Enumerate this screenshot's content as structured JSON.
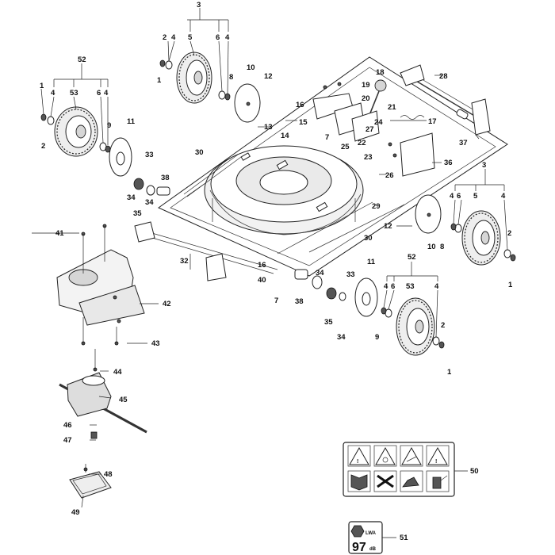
{
  "diagram": {
    "callouts": {
      "c_3_top": "3",
      "c_2_top": "2",
      "c_4_topL": "4",
      "c_5_top": "5",
      "c_6_top": "6",
      "c_4_topR": "4",
      "c_1_top": "1",
      "c_8_top": "8",
      "c_10_top": "10",
      "c_12_top": "12",
      "c_13": "13",
      "c_14": "14",
      "c_52_left": "52",
      "c_1_left": "1",
      "c_4_left": "4",
      "c_53_left": "53",
      "c_6_left": "6",
      "c_4_left2": "4",
      "c_2_left": "2",
      "c_9_left": "9",
      "c_11_left": "11",
      "c_33_left": "33",
      "c_38_left": "38",
      "c_34_leftA": "34",
      "c_34_leftB": "34",
      "c_35_left": "35",
      "c_30_top": "30",
      "c_18": "18",
      "c_19": "19",
      "c_20": "20",
      "c_21": "21",
      "c_16_top": "16",
      "c_15": "15",
      "c_24": "24",
      "c_17": "17",
      "c_27": "27",
      "c_22": "22",
      "c_25": "25",
      "c_23": "23",
      "c_7_top": "7",
      "c_28": "28",
      "c_37": "37",
      "c_36": "36",
      "c_26": "26",
      "c_29": "29",
      "c_30_mid": "30",
      "c_3_right": "3",
      "c_4_rightA": "4",
      "c_6_right": "6",
      "c_5_right": "5",
      "c_4_rightB": "4",
      "c_12_right": "12",
      "c_10_right": "10",
      "c_8_right": "8",
      "c_2_right": "2",
      "c_1_right": "1",
      "c_32": "32",
      "c_41": "41",
      "c_42": "42",
      "c_43": "43",
      "c_16_mid": "16",
      "c_40": "40",
      "c_7_mid": "7",
      "c_38_mid": "38",
      "c_34_midA": "34",
      "c_33_mid": "33",
      "c_11_mid": "11",
      "c_52_mid": "52",
      "c_4_midA": "4",
      "c_6_mid": "6",
      "c_53_mid": "53",
      "c_4_midB": "4",
      "c_35_mid": "35",
      "c_34_midB": "34",
      "c_9_mid": "9",
      "c_2_mid": "2",
      "c_1_mid": "1",
      "c_44": "44",
      "c_45": "45",
      "c_46": "46",
      "c_47": "47",
      "c_48": "48",
      "c_49": "49",
      "c_50": "50",
      "c_51": "51"
    },
    "decal_50": {
      "symbols": [
        "warning-triangle",
        "hand-blade-warning",
        "thrown-object-warning",
        "warning-triangle",
        "read-manual",
        "keep-hands-away",
        "keep-feet-away",
        "disconnect-spark-plug"
      ]
    },
    "decal_51": {
      "level_unit": "LWA",
      "level_value": "97",
      "unit": "dB"
    }
  }
}
